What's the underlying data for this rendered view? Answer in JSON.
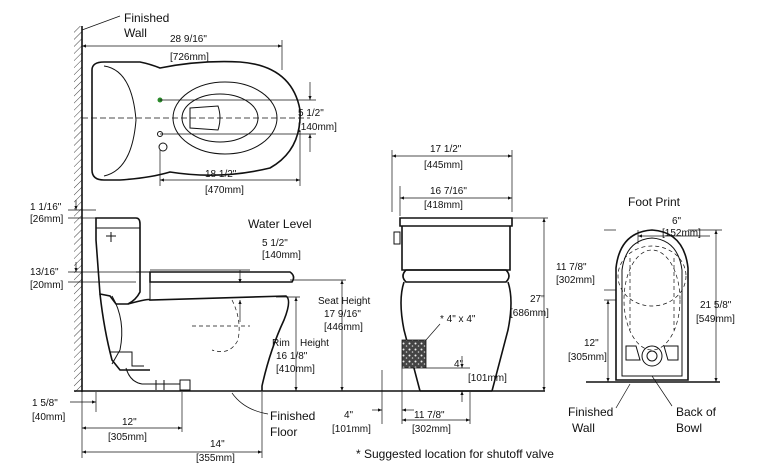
{
  "labels": {
    "finished_wall_top_1": "Finished",
    "finished_wall_top_2": "Wall",
    "water_level": "Water Level",
    "foot_print": "Foot Print",
    "seat_height_1": "Seat Height",
    "rim_height_1": "Rim",
    "rim_height_2": "Height",
    "shutoff_size": "* 4\" x 4\"",
    "finished_floor_1": "Finished",
    "finished_floor_2": "Floor",
    "finished_wall_fp_1": "Finished",
    "finished_wall_fp_2": "Wall",
    "back_of_bowl_1": "Back of",
    "back_of_bowl_2": "Bowl",
    "footnote": "* Suggested location for shutoff valve"
  },
  "dims": {
    "top_width_in": "28 9/16\"",
    "top_width_mm": "[726mm]",
    "top_55_in": "5 1/2\"",
    "top_55_mm": "[140mm]",
    "top_185_in": "18 1/2\"",
    "top_185_mm": "[470mm]",
    "d_1116_in": "1 1/16\"",
    "d_1116_mm": "[26mm]",
    "d_1316_in": "13/16\"",
    "d_1316_mm": "[20mm]",
    "wl_55_in": "5 1/2\"",
    "wl_55_mm": "[140mm]",
    "seat_in": "17 9/16\"",
    "seat_mm": "[446mm]",
    "rim_in": "16 1/8\"",
    "rim_mm": "[410mm]",
    "d_158_in": "1 5/8\"",
    "d_158_mm": "[40mm]",
    "d_12_in": "12\"",
    "d_12_mm": "[305mm]",
    "d_14_in": "14\"",
    "d_14_mm": "[355mm]",
    "front_175_in": "17 1/2\"",
    "front_175_mm": "[445mm]",
    "front_16716_in": "16 7/16\"",
    "front_16716_mm": "[418mm]",
    "front_27_in": "27\"",
    "front_27_mm": "[686mm]",
    "front_4a_in": "4\"",
    "front_4a_mm": "[101mm]",
    "front_4b_in": "4\"",
    "front_4b_mm": "[101mm]",
    "front_1178_in": "11 7/8\"",
    "front_1178_mm": "[302mm]",
    "fp_6_in": "6\"",
    "fp_6_mm": "[152mm]",
    "fp_1178_in": "11 7/8\"",
    "fp_1178_mm": "[302mm]",
    "fp_2158_in": "21 5/8\"",
    "fp_2158_mm": "[549mm]",
    "fp_12_in": "12\"",
    "fp_12_mm": "[305mm]"
  }
}
